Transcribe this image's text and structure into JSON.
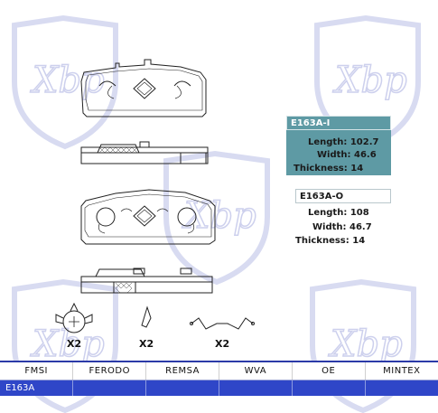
{
  "watermark": {
    "text": "Xbp",
    "color": "#b8bde6"
  },
  "spec_inner": {
    "code": "E163A-I",
    "length_label": "Length:",
    "length": "102.7",
    "width_label": "Width:",
    "width": "46.6",
    "thickness_label": "Thickness:",
    "thickness": "14",
    "bg_color": "#5e9aa4"
  },
  "spec_outer": {
    "code": "E163A-O",
    "length_label": "Length:",
    "length": "108",
    "width_label": "Width:",
    "width": "46.7",
    "thickness_label": "Thickness:",
    "thickness": "14"
  },
  "accessories": [
    {
      "icon": "anti-rattle-clip-icon",
      "qty": "X2"
    },
    {
      "icon": "wear-sensor-clip-icon",
      "qty": "X2"
    },
    {
      "icon": "spring-wire-icon",
      "qty": "X2"
    }
  ],
  "table": {
    "headers": [
      "FMSI",
      "FERODO",
      "REMSA",
      "WVA",
      "OE",
      "MINTEX"
    ],
    "row": [
      "E163A",
      "",
      "",
      "",
      "",
      ""
    ],
    "header_accent": "#2b3aa8",
    "row_color": "#2f46c8"
  }
}
